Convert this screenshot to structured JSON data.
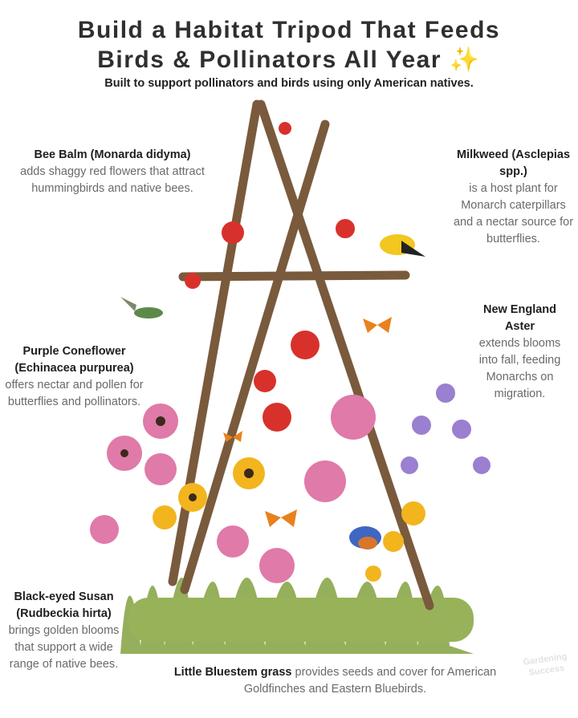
{
  "header": {
    "title_line1": "Build a Habitat Tripod That Feeds",
    "title_line2": "Birds & Pollinators All Year",
    "sparkle_icon": "✨",
    "subtitle": "Built to support pollinators and birds using only American natives."
  },
  "plants": {
    "bee_balm": {
      "name": "Bee Balm (Monarda didyma)",
      "desc": "adds shaggy red flowers that attract hummingbirds and native bees."
    },
    "milkweed": {
      "name": "Milkweed (Asclepias spp.)",
      "desc": "is a host plant for Monarch caterpillars and a nectar source for butterflies."
    },
    "aster": {
      "name": "New England Aster",
      "desc": "extends blooms into fall, feeding Monarchs on migration."
    },
    "coneflower": {
      "name": "Purple Coneflower (Echinacea purpurea)",
      "desc": "offers nectar and pollen for butterflies and pollinators."
    },
    "susan": {
      "name": "Black-eyed Susan (Rudbeckia hirta)",
      "desc": "brings golden blooms that support a wide range of native bees."
    },
    "bluestem": {
      "name": "Little Bluestem grass",
      "desc": "provides seeds and cover for American Goldfinches and Eastern Bluebirds."
    }
  },
  "watermark": "Gardening Success",
  "colors": {
    "wood": "#7a5a3c",
    "red": "#d8312b",
    "pink": "#e07aa8",
    "yellow": "#f2b51e",
    "purple": "#9b7fd0",
    "grass": "#8aa64a",
    "orange": "#e8811e",
    "blue": "#3f66c2"
  }
}
